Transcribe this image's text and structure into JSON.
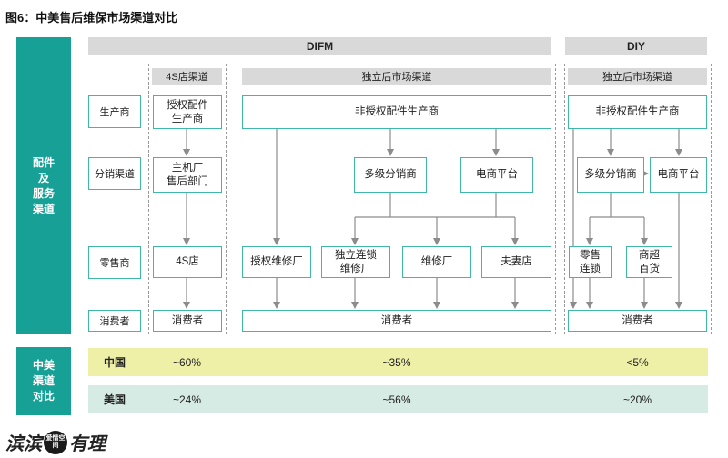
{
  "title": "图6：中美售后维保市场渠道对比",
  "sidebar": {
    "top_label": [
      "配件",
      "及",
      "服务",
      "渠道"
    ],
    "bottom_label": [
      "中美",
      "渠道",
      "对比"
    ]
  },
  "headers": {
    "difm": "DIFM",
    "diy": "DIY"
  },
  "subheaders": {
    "dealer": "4S店渠道",
    "indep_difm": "独立后市场渠道",
    "indep_diy": "独立后市场渠道"
  },
  "row_labels": {
    "producer": "生产商",
    "distribution": "分销渠道",
    "retailer": "零售商",
    "consumer": "消费者"
  },
  "boxes": {
    "oem_parts": [
      "授权配件",
      "生产商"
    ],
    "oem_aftersales": [
      "主机厂",
      "售后部门"
    ],
    "dealer_store": [
      "4S店"
    ],
    "consumer_dealer": [
      "消费者"
    ],
    "nonoem_difm": [
      "非授权配件生产商"
    ],
    "distributor_difm": [
      "多级分销商"
    ],
    "ecommerce_difm": [
      "电商平台"
    ],
    "auth_repair": [
      "授权维修厂"
    ],
    "chain_repair": [
      "独立连锁",
      "维修厂"
    ],
    "repair_shop": [
      "维修厂"
    ],
    "family_shop": [
      "夫妻店"
    ],
    "consumer_difm": [
      "消费者"
    ],
    "nonoem_diy": [
      "非授权配件生产商"
    ],
    "distributor_diy": [
      "多级分销商"
    ],
    "ecommerce_diy": [
      "电商平台"
    ],
    "retail_chain": [
      "零售",
      "连锁"
    ],
    "supermarket": [
      "商超",
      "百货"
    ],
    "consumer_diy": [
      "消费者"
    ]
  },
  "comparison": {
    "china": {
      "label": "中国",
      "dealer": "~60%",
      "independent": "~35%",
      "diy": "<5%"
    },
    "usa": {
      "label": "美国",
      "dealer": "~24%",
      "independent": "~56%",
      "diy": "~20%"
    }
  },
  "watermark": {
    "left": "滨滨",
    "badge": "爱情空间",
    "right": "有理"
  },
  "colors": {
    "teal": "#17a096",
    "box_border": "#3fb8ab",
    "header_gray": "#d9d9d9",
    "china_band": "#eef0a8",
    "usa_band": "#d5ebe3",
    "arrow": "#8c8c8c"
  }
}
